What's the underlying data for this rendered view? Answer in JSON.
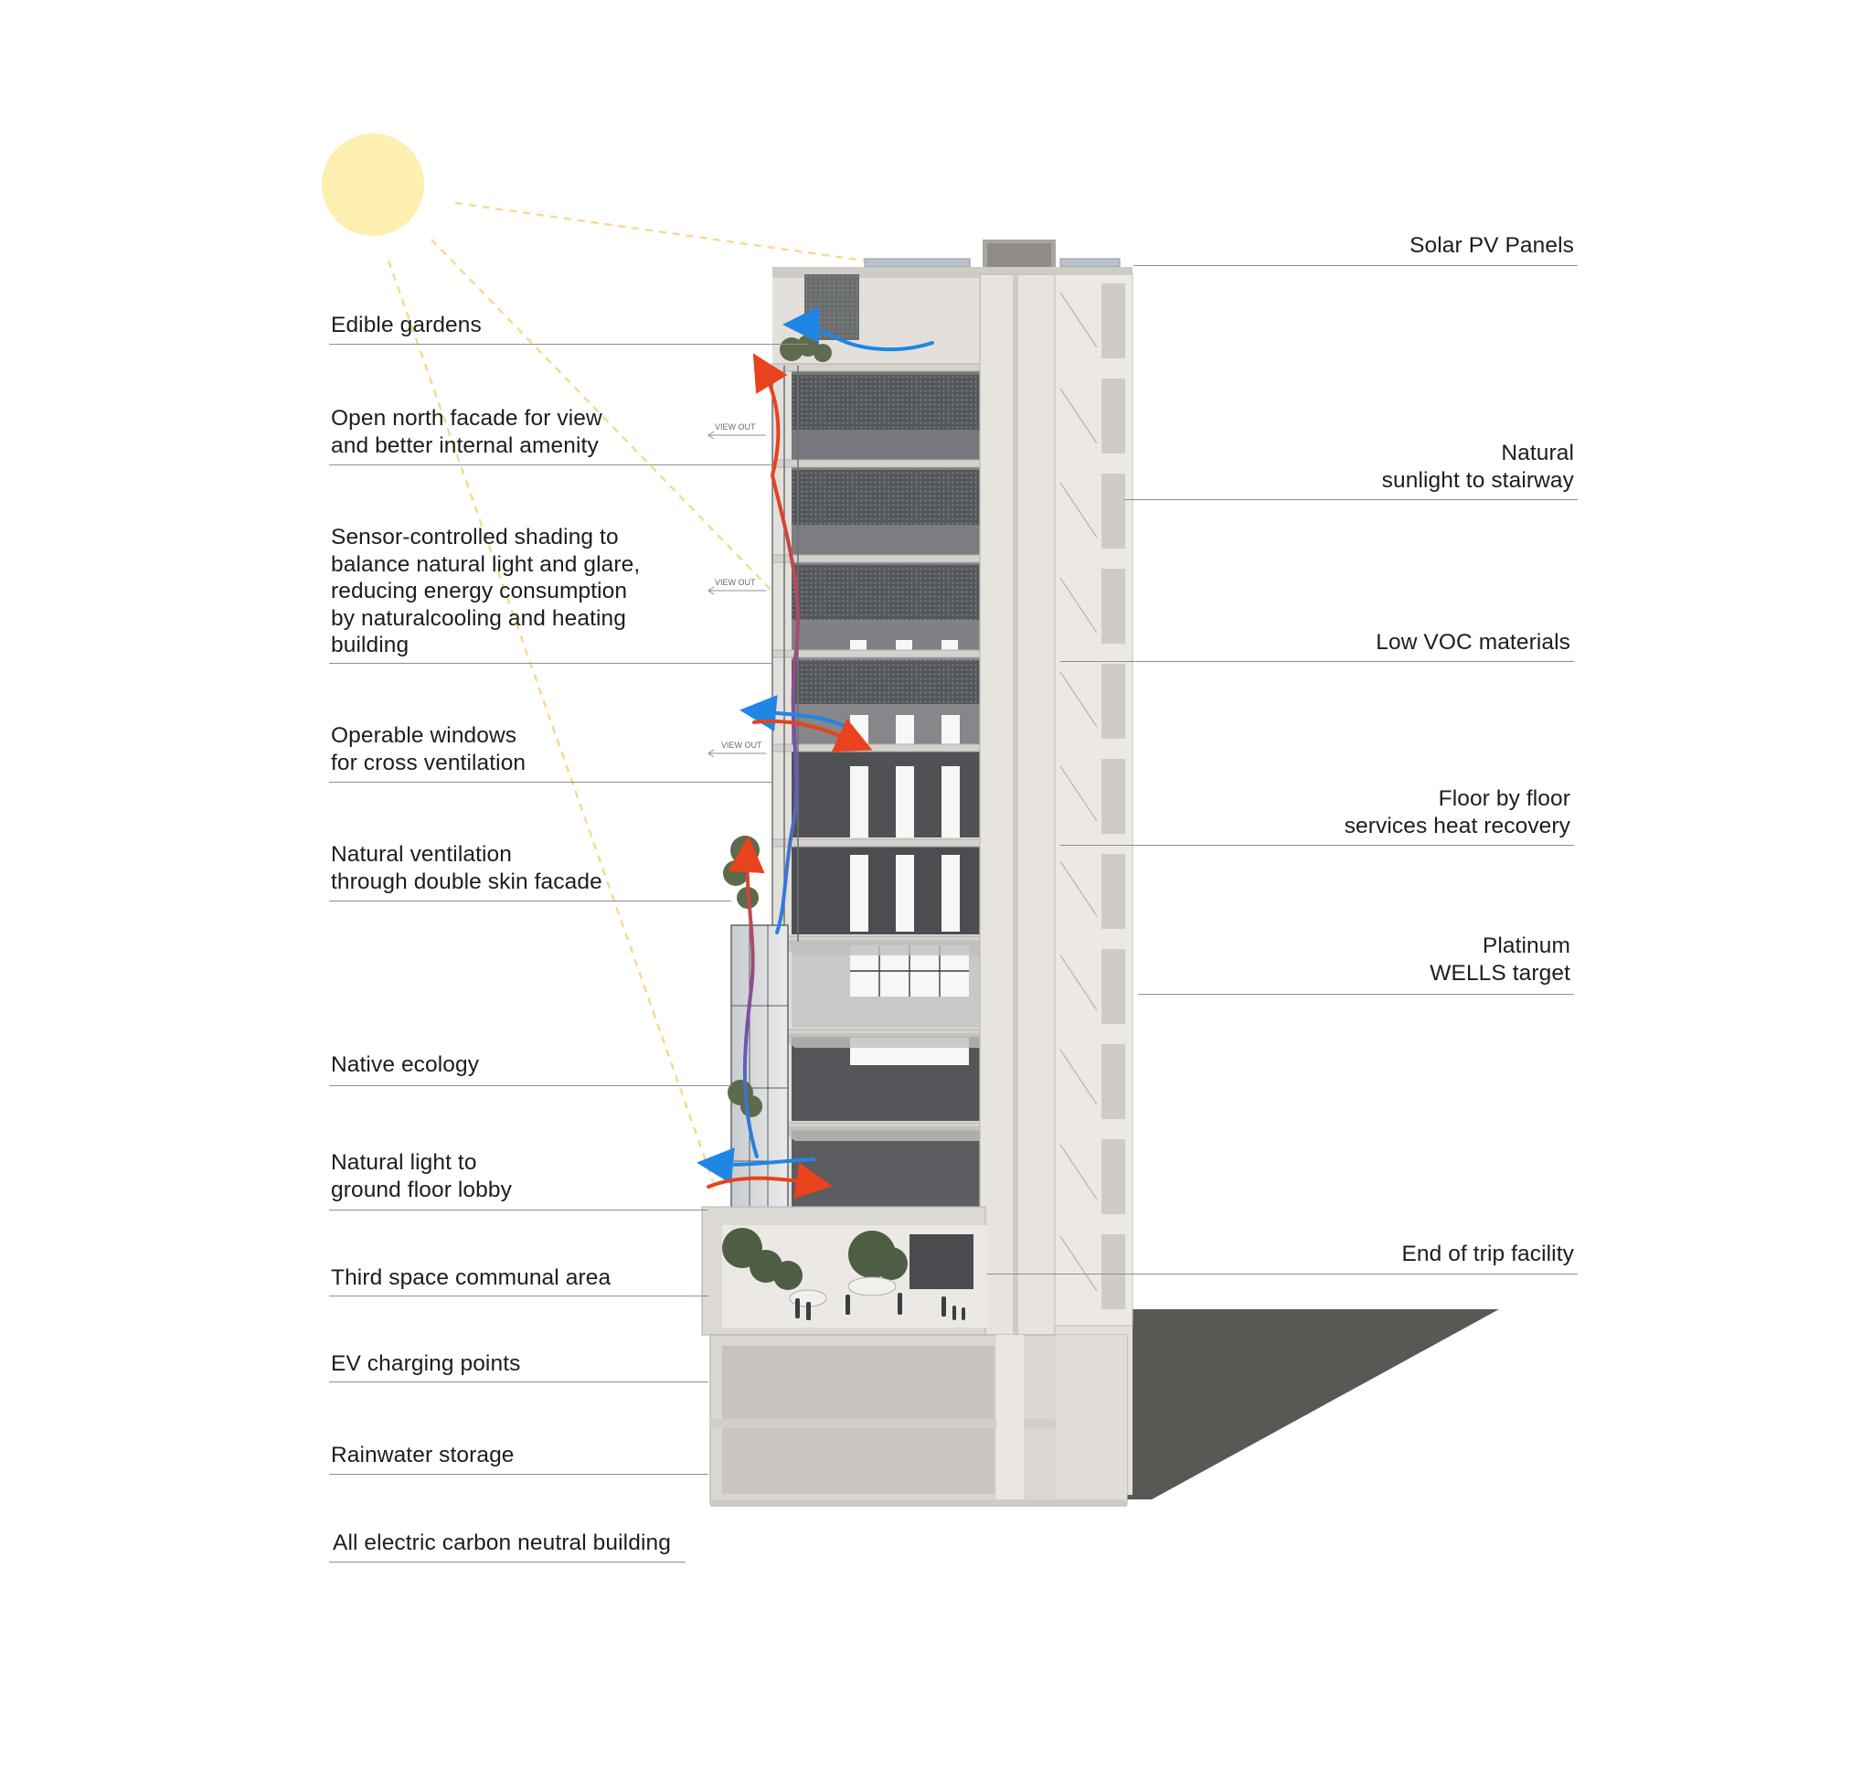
{
  "left_labels": {
    "edible_gardens": "Edible gardens",
    "open_north_facade": "Open north facade for view\nand better internal amenity",
    "sensor_shading": "Sensor-controlled shading to\nbalance natural light and glare,\nreducing energy consumption\nby naturalcooling and heating\nbuilding",
    "operable_windows": "Operable windows\nfor cross ventilation",
    "natural_ventilation": "Natural ventilation\nthrough double skin facade",
    "native_ecology": "Native ecology",
    "natural_light_lobby": "Natural light to\nground floor lobby",
    "third_space": "Third space communal area",
    "ev_charging": "EV charging points",
    "rainwater": "Rainwater storage",
    "all_electric": "All electric carbon neutral building"
  },
  "right_labels": {
    "solar_pv": "Solar PV Panels",
    "sunlight_stairway": "Natural\nsunlight to stairway",
    "low_voc": "Low VOC materials",
    "heat_recovery": "Floor by floor\nservices heat recovery",
    "wells": "Platinum\nWELLS target",
    "end_of_trip": "End of trip facility"
  },
  "view_out_label": "VIEW OUT",
  "colors": {
    "sun": "#fdefb0",
    "sun_rays": "#f7d98a",
    "warm_air": "#e8431c",
    "cool_air": "#1f86e6",
    "shadow": "#5a5855",
    "concrete": "#d9d6d2",
    "text": "#1d1d1d",
    "leader": "#8f8f8f"
  }
}
